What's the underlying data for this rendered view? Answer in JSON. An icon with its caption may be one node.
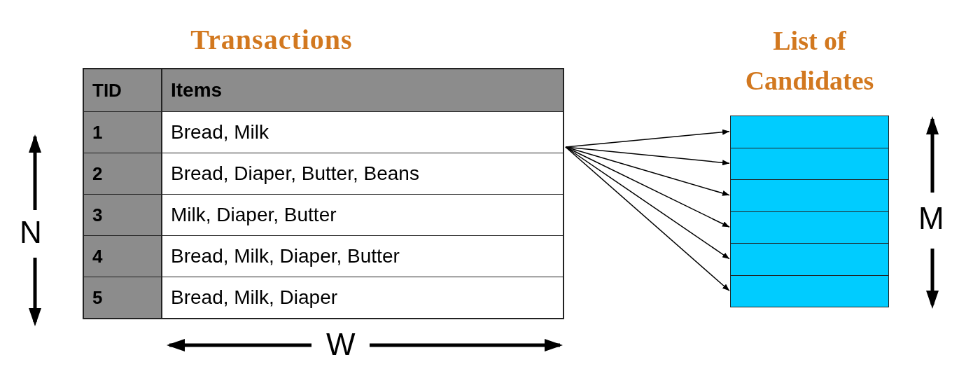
{
  "diagram": {
    "nodes": [
      {
        "text": [
          "Transactions",
          "TID",
          "Items",
          "1",
          "Bread, Milk",
          "2",
          "Bread, Diaper, Butter, Beans",
          "3",
          "Milk, Diaper, Butter",
          "4",
          "Bread, Milk, Diaper, Butter",
          "5",
          "Bread, Milk, Diaper"
        ]
      },
      {
        "text": [
          "List of Candidates"
        ]
      },
      {
        "text": [],
        "shape": "box",
        "in": 1
      },
      {
        "text": [],
        "shape": "box",
        "in": 1
      },
      {
        "text": [],
        "shape": "box",
        "in": 1
      },
      {
        "text": [],
        "shape": "box",
        "in": 1
      },
      {
        "text": [],
        "shape": "box",
        "in": 1
      },
      {
        "text": [],
        "shape": "box",
        "in": 1
      }
    ],
    "edges": [
      {
        "from": 0,
        "to": 2,
        "arrow": "to"
      },
      {
        "from": 0,
        "to": 3,
        "arrow": "to"
      },
      {
        "from": 0,
        "to": 4,
        "arrow": "to"
      },
      {
        "from": 0,
        "to": 5,
        "arrow": "to"
      },
      {
        "from": 0,
        "to": 6,
        "arrow": "to"
      },
      {
        "from": 0,
        "to": 7,
        "arrow": "to"
      }
    ],
    "labels": [
      "N",
      "M",
      "W"
    ]
  }
}
